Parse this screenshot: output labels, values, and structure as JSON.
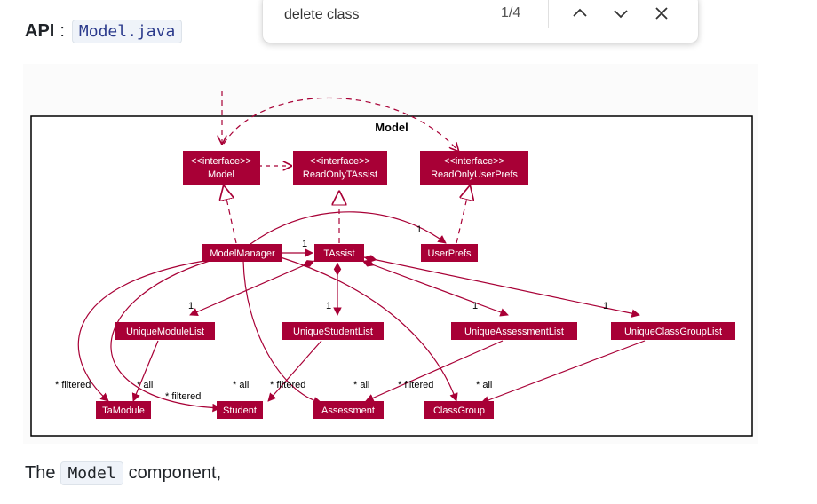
{
  "api": {
    "label": "API",
    "colon": ":",
    "code": "Model.java"
  },
  "find": {
    "query": "delete class",
    "count": "1/4",
    "icons": [
      "chevron-up-icon",
      "chevron-down-icon",
      "close-icon"
    ]
  },
  "diagram": {
    "package_title": "Model",
    "nodes": [
      {
        "id": "model",
        "stereotype": "<<interface>>",
        "name": "Model"
      },
      {
        "id": "readonlytassist",
        "stereotype": "<<interface>>",
        "name": "ReadOnlyTAssist"
      },
      {
        "id": "readonlyuserprefs",
        "stereotype": "<<interface>>",
        "name": "ReadOnlyUserPrefs"
      },
      {
        "id": "modelmanager",
        "name": "ModelManager"
      },
      {
        "id": "tassist",
        "name": "TAssist"
      },
      {
        "id": "userprefs",
        "name": "UserPrefs"
      },
      {
        "id": "uniquemodulelist",
        "name": "UniqueModuleList"
      },
      {
        "id": "uniquestudentlist",
        "name": "UniqueStudentList"
      },
      {
        "id": "uniqueassessmentlist",
        "name": "UniqueAssessmentList"
      },
      {
        "id": "uniqueclassgrouplist",
        "name": "UniqueClassGroupList"
      },
      {
        "id": "tamodule",
        "name": "TaModule"
      },
      {
        "id": "student",
        "name": "Student"
      },
      {
        "id": "assessment",
        "name": "Assessment"
      },
      {
        "id": "classgroup",
        "name": "ClassGroup"
      }
    ],
    "labels": [
      "1",
      "1",
      "1",
      "1",
      "1",
      "1",
      "* filtered",
      "* all",
      "* filtered",
      "* all",
      "* filtered",
      "* all",
      "* filtered",
      "* all"
    ],
    "colors": {
      "node_fill": "#a80036",
      "edge": "#a80036",
      "border": "#000000"
    }
  },
  "description": {
    "before": "The",
    "code": "Model",
    "after": "component,"
  }
}
